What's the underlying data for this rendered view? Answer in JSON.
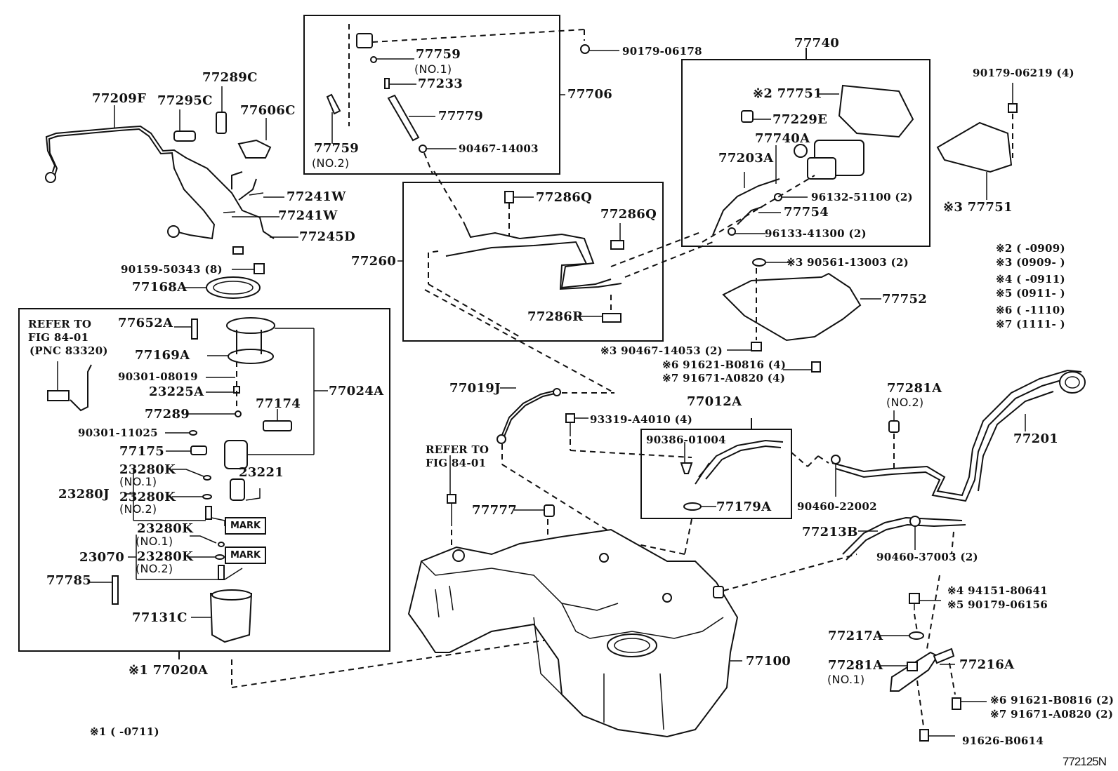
{
  "diagram": {
    "figure_id": "772125N",
    "title": "Fuel tank and tube parts diagram",
    "groups": {
      "fuel_pump_assembly": {
        "label": "※1 77020A",
        "refer_to": [
          "REFER TO",
          "FIG 84-01",
          "(PNC 83320)"
        ]
      },
      "sender_gauge_assy": "77024A",
      "gauge_bracket": "23280J",
      "filter_set": "23070",
      "charcoal_canister_set": "77740",
      "vent_tube_set": "77706",
      "fuel_tube_set": "77260",
      "fuel_inlet_set": "77012A"
    },
    "labels": {
      "p77209F": "77209F",
      "p77295C": "77295C",
      "p77289C": "77289C",
      "p77606C": "77606C",
      "p77241W_1": "77241W",
      "p77241W_2": "77241W",
      "p77245D": "77245D",
      "p90159": "90159-50343 (8)",
      "p77168A": "77168A",
      "p77759_1": "77759",
      "p77759_1_sub": "(NO.1)",
      "p77233": "77233",
      "p77779": "77779",
      "p90467_14003": "90467-14003",
      "p77759_2": "77759",
      "p77759_2_sub": "(NO.2)",
      "p90179_06178": "90179-06178",
      "p77706": "77706",
      "p77740": "77740",
      "p77751_2": "※2 77751",
      "p77229E": "77229E",
      "p77740A": "77740A",
      "p77203A": "77203A",
      "p96132": "96132-51100 (2)",
      "p77754": "77754",
      "p96133": "96133-41300 (2)",
      "p90179_06219": "90179-06219 (4)",
      "p77751_3": "※3 77751",
      "p77260": "77260",
      "p77286Q_1": "77286Q",
      "p77286Q_2": "77286Q",
      "p77286R": "77286R",
      "p90561": "※3 90561-13003 (2)",
      "p77752": "77752",
      "p90467_14053": "※3 90467-14053 (2)",
      "p91621_4": "※6 91621-B0816 (4)",
      "p91671_4": "※7 91671-A0820 (4)",
      "p77652A": "77652A",
      "p77169A": "77169A",
      "p90301_08019": "90301-08019",
      "p23225A": "23225A",
      "p77174": "77174",
      "p77289": "77289",
      "p90301_11025": "90301-11025",
      "p77175": "77175",
      "p23280K_a": "23280K",
      "p23280K_a_sub": "(NO.1)",
      "p23280K_b": "23280K",
      "p23280K_b_sub": "(NO.2)",
      "p23221": "23221",
      "p23280K_c": "23280K",
      "p23280K_c_sub": "(NO.1)",
      "p23280K_d": "23280K",
      "p23280K_d_sub": "(NO.2)",
      "p77785": "77785",
      "p77131C": "77131C",
      "mark": "MARK",
      "p77019J": "77019J",
      "p93319": "93319-A4010 (4)",
      "p90386": "90386-01004",
      "p77179A": "77179A",
      "refer_fig": [
        "REFER TO",
        "FIG 84-01"
      ],
      "p77777": "77777",
      "p77100": "77100",
      "p77281A_2": "77281A",
      "p77281A_2_sub": "(NO.2)",
      "p90460_22002": "90460-22002",
      "p77201": "77201",
      "p77213B": "77213B",
      "p90460_37003": "90460-37003 (2)",
      "p94151": "※4 94151-80641",
      "p90179_06156": "※5 90179-06156",
      "p77217A": "77217A",
      "p77281A_1": "77281A",
      "p77281A_1_sub": "(NO.1)",
      "p77216A": "77216A",
      "p91621_2": "※6 91621-B0816 (2)",
      "p91671_2": "※7 91671-A0820 (2)",
      "p91626": "91626-B0614"
    },
    "footnotes": [
      "※2 (    -0909)",
      "※3 (0909-    )",
      "※4 (    -0911)",
      "※5 (0911-    )",
      "※6 (    -1110)",
      "※7 (1111-    )"
    ],
    "footnote_1": "※1 (       -0711)"
  }
}
